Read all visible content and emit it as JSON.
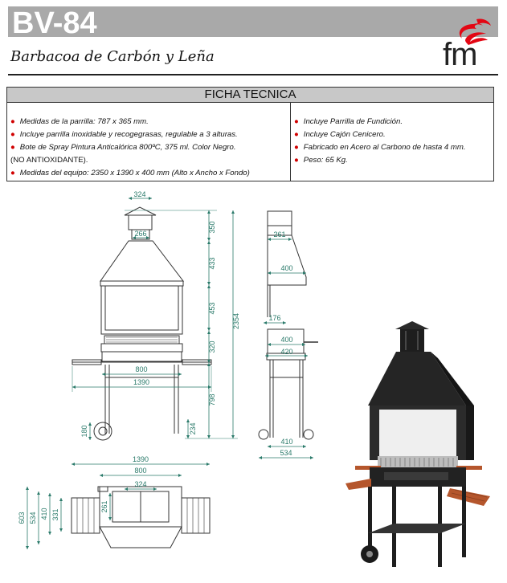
{
  "header": {
    "model": "BV-84",
    "subtitle": "Barbacoa de Carbón y Leña",
    "brand": "fm",
    "brand_color": "#e30613"
  },
  "ficha": {
    "title": "FICHA TECNICA",
    "left_items": [
      "Medidas de la parrilla: 787 x 365 mm.",
      "Incluye parrilla inoxidable y recogegrasas, regulable a 3 alturas.",
      "Bote de Spray Pintura Anticalórica 800ºC, 375 ml. Color Negro.",
      "(NO ANTIOXIDANTE).",
      "Medidas del equipo: 2350 x 1390 x 400 mm (Alto x Ancho x Fondo)"
    ],
    "right_items": [
      "Incluye Parrilla de Fundición.",
      "Incluye Cajón Cenicero.",
      "Fabricado en Acero al Carbono de hasta 4 mm.",
      "Peso: 65 Kg."
    ]
  },
  "dimensions": {
    "front": {
      "chimney_top": "324",
      "chimney_inner": "266",
      "h_350": "350",
      "h_433": "433",
      "h_453": "453",
      "h_320": "320",
      "h_total": "2354",
      "h_798": "798",
      "w_800": "800",
      "w_1390": "1390",
      "wheel_180": "180",
      "leg_234": "234"
    },
    "side": {
      "top_261": "261",
      "w_400a": "400",
      "w_176": "176",
      "w_400b": "400",
      "w_420": "420",
      "w_410": "410",
      "w_534": "534"
    },
    "top": {
      "w_1390": "1390",
      "w_800": "800",
      "w_324": "324",
      "d_603": "603",
      "d_534": "534",
      "d_410": "410",
      "d_331": "331",
      "d_261": "261"
    }
  }
}
